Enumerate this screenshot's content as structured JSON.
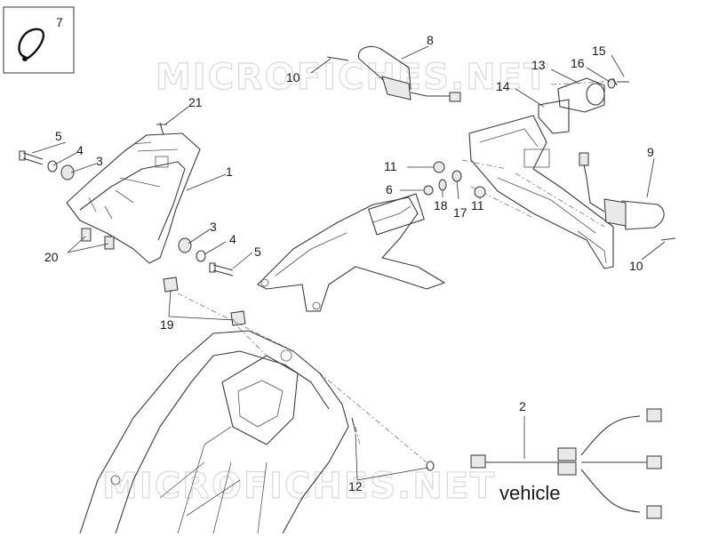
{
  "header": {
    "icon": "cable-loop-icon",
    "icon_ref": "7"
  },
  "watermark": {
    "text": "MICROFICHES.NET"
  },
  "harness": {
    "caption": "vehicle",
    "ref": "2"
  },
  "callouts": [
    {
      "id": "c5a",
      "text": "5"
    },
    {
      "id": "c4a",
      "text": "4"
    },
    {
      "id": "c3a",
      "text": "3"
    },
    {
      "id": "c21",
      "text": "21"
    },
    {
      "id": "c1",
      "text": "1"
    },
    {
      "id": "c3b",
      "text": "3"
    },
    {
      "id": "c4b",
      "text": "4"
    },
    {
      "id": "c5b",
      "text": "5"
    },
    {
      "id": "c20",
      "text": "20"
    },
    {
      "id": "c19",
      "text": "19"
    },
    {
      "id": "c12",
      "text": "12"
    },
    {
      "id": "c10a",
      "text": "10"
    },
    {
      "id": "c8",
      "text": "8"
    },
    {
      "id": "c13",
      "text": "13"
    },
    {
      "id": "c14",
      "text": "14"
    },
    {
      "id": "c16",
      "text": "16"
    },
    {
      "id": "c15",
      "text": "15"
    },
    {
      "id": "c9",
      "text": "9"
    },
    {
      "id": "c11a",
      "text": "11"
    },
    {
      "id": "c6",
      "text": "6"
    },
    {
      "id": "c18",
      "text": "18"
    },
    {
      "id": "c17",
      "text": "17"
    },
    {
      "id": "c11b",
      "text": "11"
    },
    {
      "id": "c10b",
      "text": "10"
    }
  ]
}
